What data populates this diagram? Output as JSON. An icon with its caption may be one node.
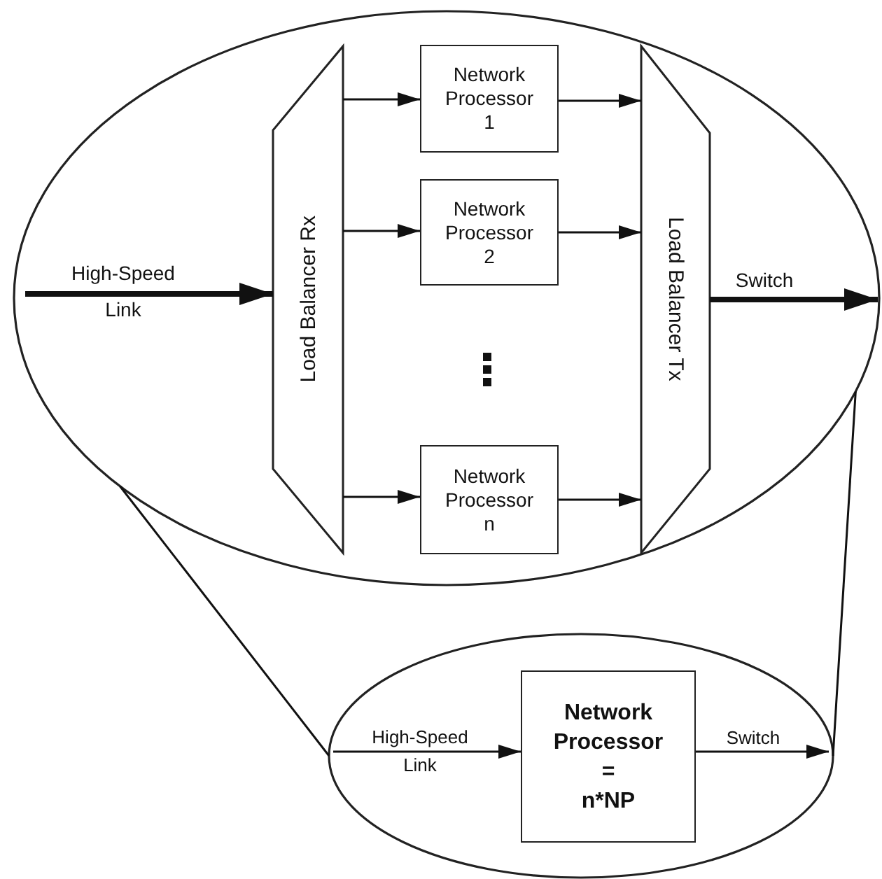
{
  "diagram": {
    "nodes": [
      {
        "text": [],
        "shape": "ellipse"
      },
      {
        "text": [
          "Load Balancer Rx"
        ],
        "in": 0
      },
      {
        "text": [
          "Network Processor 1"
        ],
        "in": 0
      },
      {
        "text": [
          "Network Processor 2"
        ],
        "in": 0
      },
      {
        "text": [
          "Network Processor n"
        ],
        "in": 0
      },
      {
        "text": [
          "Load Balancer Tx"
        ],
        "in": 0
      },
      {
        "text": [],
        "shape": "ellipse"
      },
      {
        "text": [
          "Network Processor = n*NP"
        ],
        "in": 6
      }
    ],
    "edges": [
      {
        "from": null,
        "to": 1,
        "arrow": "to",
        "label": "High-Speed Link",
        "style": "thick"
      },
      {
        "from": 1,
        "to": 2,
        "arrow": "to"
      },
      {
        "from": 1,
        "to": 3,
        "arrow": "to"
      },
      {
        "from": 1,
        "to": 4,
        "arrow": "to"
      },
      {
        "from": 2,
        "to": 5,
        "arrow": "to"
      },
      {
        "from": 3,
        "to": 5,
        "arrow": "to"
      },
      {
        "from": 4,
        "to": 5,
        "arrow": "to"
      },
      {
        "from": 5,
        "to": null,
        "arrow": "to",
        "label": "Switch",
        "style": "thick"
      },
      {
        "from": null,
        "to": 7,
        "arrow": "to",
        "label": "High-Speed Link"
      },
      {
        "from": 7,
        "to": null,
        "arrow": "to",
        "label": "Switch"
      },
      {
        "from": 0,
        "to": 6,
        "arrow": "none"
      },
      {
        "from": 0,
        "to": 6,
        "arrow": "none"
      }
    ]
  }
}
